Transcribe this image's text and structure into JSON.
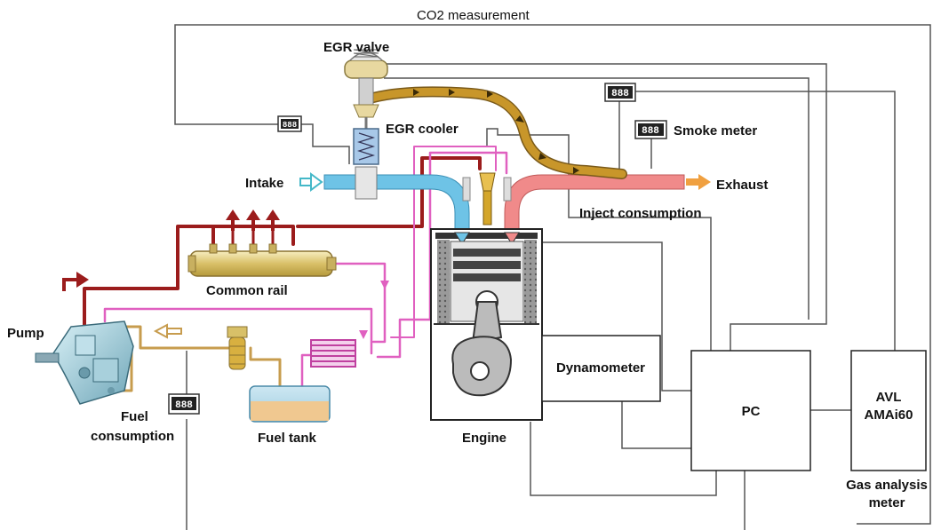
{
  "labels": {
    "co2": "CO2 measurement",
    "egr_valve": "EGR valve",
    "egr_cooler": "EGR cooler",
    "intake": "Intake",
    "exhaust": "Exhaust",
    "smoke_meter": "Smoke meter",
    "inject_consumption": "Inject consumption",
    "common_rail": "Common rail",
    "pump": "Pump",
    "fuel_consumption_1": "Fuel",
    "fuel_consumption_2": "consumption",
    "fuel_tank": "Fuel tank",
    "engine": "Engine",
    "dynamometer": "Dynamometer",
    "pc": "PC",
    "avl_1": "AVL",
    "avl_2": "AMAi60",
    "gas_1": "Gas analysis",
    "gas_2": "meter"
  },
  "display_readout": "888",
  "colors": {
    "intake_pipe": "#6ec3e6",
    "exhaust_pipe": "#f08a8a",
    "egr_pipe": "#c8962a",
    "high_pressure": "#9b1c1c",
    "return_line": "#e060c0",
    "fuel_feed": "#e6b46e",
    "wire": "#555555"
  }
}
